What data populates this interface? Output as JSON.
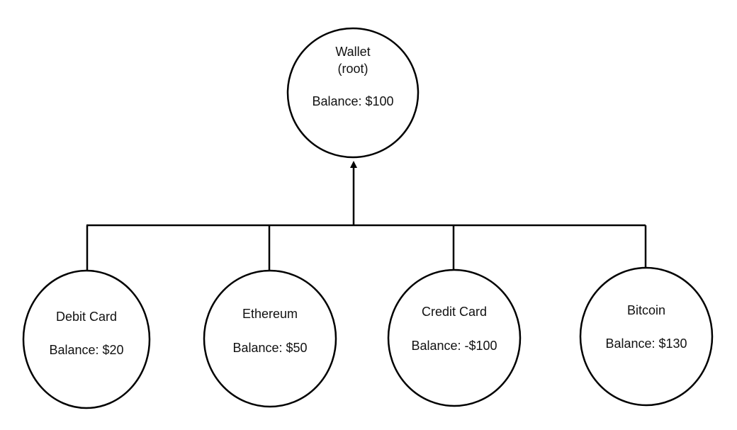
{
  "diagram": {
    "type": "tree",
    "colors": {
      "stroke": "#000000",
      "fill": "#ffffff",
      "text": "#111111"
    },
    "root": {
      "name": "Wallet",
      "subtitle": "(root)",
      "balance": "Balance: $100"
    },
    "children": [
      {
        "name": "Debit Card",
        "balance": "Balance: $20"
      },
      {
        "name": "Ethereum",
        "balance": "Balance: $50"
      },
      {
        "name": "Credit Card",
        "balance": "Balance: -$100"
      },
      {
        "name": "Bitcoin",
        "balance": "Balance: $130"
      }
    ]
  }
}
